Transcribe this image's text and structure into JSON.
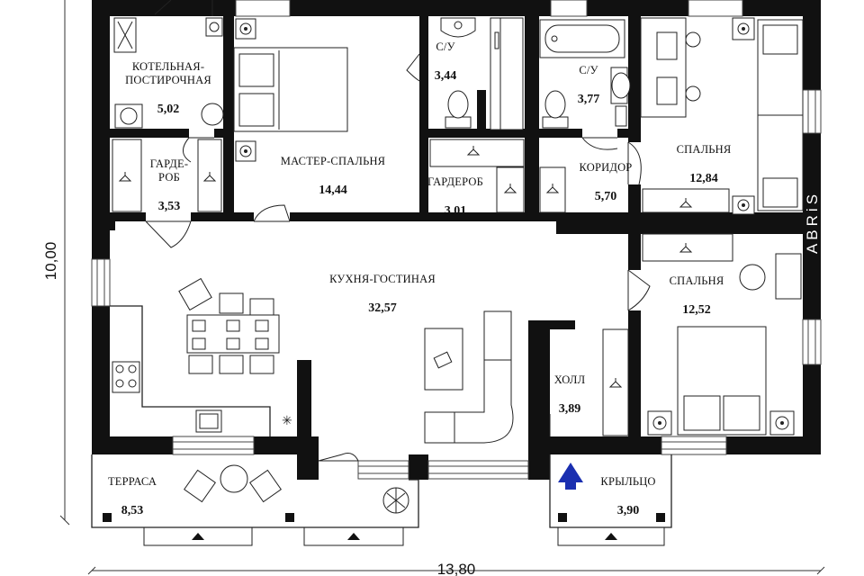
{
  "plan": {
    "dimensions": {
      "width": "13,80",
      "height": "10,00"
    },
    "brand": "ABRiS",
    "rooms": [
      {
        "id": "boiler",
        "lines": [
          "КОТЕЛЬНАЯ-",
          "ПОСТИРОЧНАЯ"
        ],
        "area": "5,02"
      },
      {
        "id": "wardrobe-1",
        "lines": [
          "ГАРДЕ-",
          "РОБ"
        ],
        "area": "3,53"
      },
      {
        "id": "master",
        "lines": [
          "МАСТЕР-СПАЛЬНЯ"
        ],
        "area": "14,44"
      },
      {
        "id": "bath-1",
        "lines": [
          "С/У"
        ],
        "area": "3,44"
      },
      {
        "id": "wardrobe-2",
        "lines": [
          "ГАРДЕРОБ"
        ],
        "area": "3,01"
      },
      {
        "id": "bath-2",
        "lines": [
          "С/У"
        ],
        "area": "3,77"
      },
      {
        "id": "corridor",
        "lines": [
          "КОРИДОР"
        ],
        "area": "5,70"
      },
      {
        "id": "bedroom-1",
        "lines": [
          "СПАЛЬНЯ"
        ],
        "area": "12,84"
      },
      {
        "id": "living",
        "lines": [
          "КУХНЯ-ГОСТИНАЯ"
        ],
        "area": "32,57"
      },
      {
        "id": "bedroom-2",
        "lines": [
          "СПАЛЬНЯ"
        ],
        "area": "12,52"
      },
      {
        "id": "hall",
        "lines": [
          "ХОЛЛ"
        ],
        "area": "3,89"
      },
      {
        "id": "terrace",
        "lines": [
          "ТЕРРАСА"
        ],
        "area": "8,53"
      },
      {
        "id": "porch",
        "lines": [
          "КРЫЛЬЦО"
        ],
        "area": "3,90"
      }
    ],
    "colors": {
      "wall": "#111111",
      "entrance_arrow": "#1a2fb0"
    },
    "icons": [
      "hanger-icon",
      "toilet-icon",
      "sink-icon",
      "bathtub-icon",
      "shower-icon",
      "stove-icon",
      "entrance-arrow-icon"
    ]
  }
}
